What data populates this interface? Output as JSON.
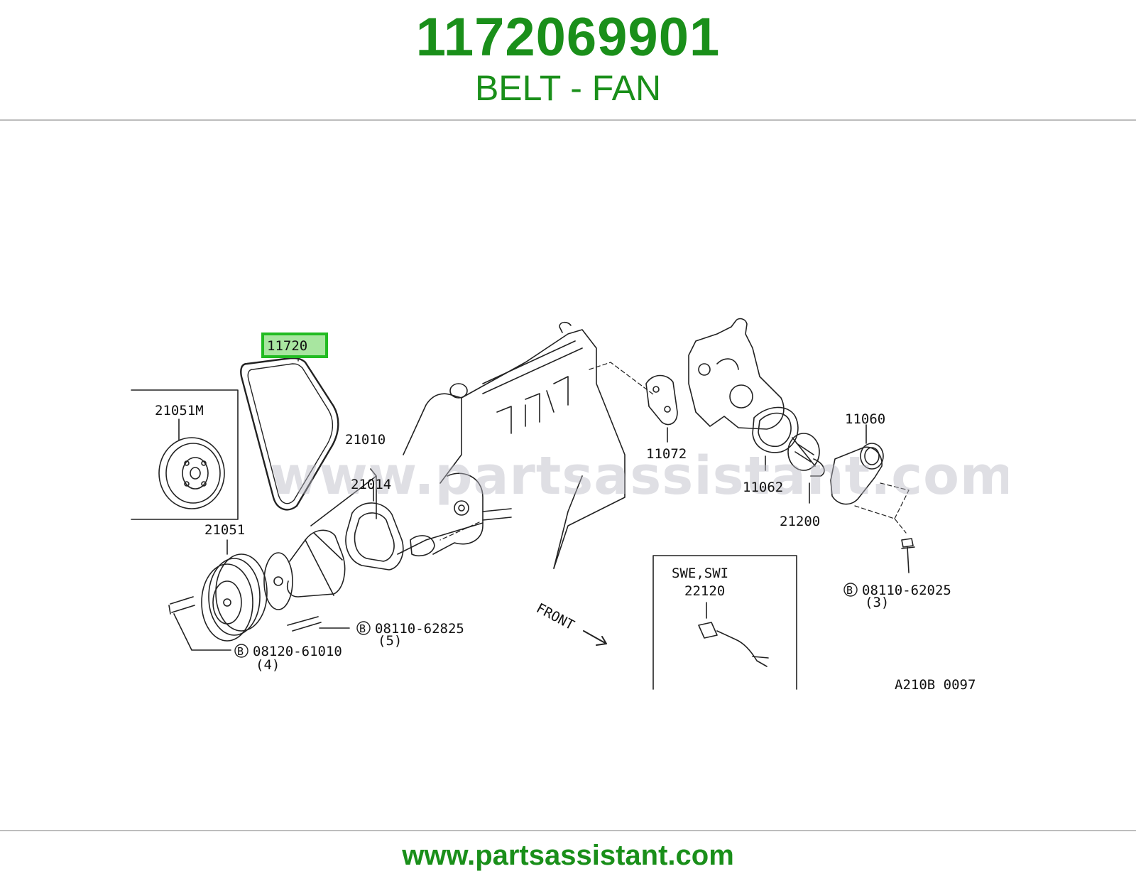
{
  "header": {
    "part_number": "1172069901",
    "part_name": "BELT - FAN"
  },
  "diagram": {
    "watermark": "www.partsassistant.com",
    "highlighted_label": "11720",
    "labels": {
      "inset_pulley": "21051M",
      "water_pump": "21010",
      "gasket_pump": "21014",
      "pulley": "21051",
      "bolt_a_prefix": "B",
      "bolt_a": "08120-61010",
      "bolt_a_qty": "(4)",
      "bolt_b_prefix": "B",
      "bolt_b": "08110-62825",
      "bolt_b_qty": "(5)",
      "gasket_housing": "11072",
      "gasket_outlet": "11062",
      "outlet": "11060",
      "thermostat": "21200",
      "bolt_c_prefix": "B",
      "bolt_c": "08110-62025",
      "bolt_c_qty": "(3)",
      "sensor_variant": "SWE,SWI",
      "sensor": "22120",
      "front": "FRONT",
      "figure_code": "A210B 0097"
    }
  },
  "footer": {
    "url": "www.partsassistant.com"
  },
  "colors": {
    "brand_green": "#1a8f1a",
    "highlight_border": "#22bb22",
    "highlight_fill": "#a8e6a0",
    "rule": "#bdbdbd"
  }
}
